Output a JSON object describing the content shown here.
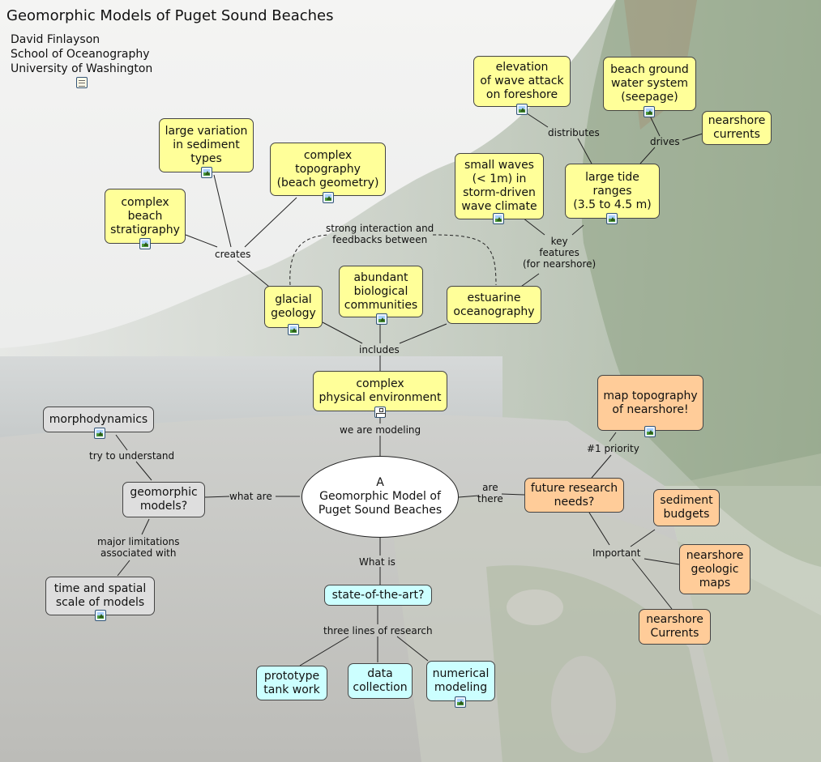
{
  "title": "Geomorphic Models of Puget Sound Beaches",
  "author": [
    "David Finlayson",
    "School of Oceanography",
    "University of Washington"
  ],
  "colors": {
    "yellow": "#ffff99",
    "orange": "#ffcc99",
    "gray": "#dedede",
    "cyan": "#ccffff"
  },
  "icons": {
    "image": "image-resource-icon",
    "document": "document-resource-icon",
    "map": "concept-map-resource-icon"
  },
  "nodes": {
    "central": [
      "A",
      "Geomorphic Model of",
      "Puget Sound Beaches"
    ],
    "complex_physical_environment": [
      "complex",
      "physical environment"
    ],
    "glacial_geology": [
      "glacial",
      "geology"
    ],
    "abundant_biological_communities": [
      "abundant",
      "biological",
      "communities"
    ],
    "estuarine_oceanography": [
      "estuarine",
      "oceanography"
    ],
    "complex_beach_stratigraphy": [
      "complex",
      "beach",
      "stratigraphy"
    ],
    "large_variation_sediment": [
      "large variation",
      "in sediment",
      "types"
    ],
    "complex_topography": [
      "complex",
      "topography",
      "(beach geometry)"
    ],
    "small_waves": [
      "small waves",
      "(< 1m) in",
      "storm-driven",
      "wave climate"
    ],
    "large_tide_ranges": [
      "large tide",
      "ranges",
      "(3.5 to 4.5 m)"
    ],
    "elevation_wave_attack": [
      "elevation",
      "of wave attack",
      "on foreshore"
    ],
    "beach_ground_water": [
      "beach ground",
      "water system",
      "(seepage)"
    ],
    "nearshore_currents_upper": [
      "nearshore",
      "currents"
    ],
    "morphodynamics": [
      "morphodynamics"
    ],
    "geomorphic_models": [
      "geomorphic",
      "models?"
    ],
    "time_spatial_scale": [
      "time and spatial",
      "scale of models"
    ],
    "state_of_the_art": [
      "state-of-the-art?"
    ],
    "prototype_tank_work": [
      "prototype",
      "tank work"
    ],
    "data_collection": [
      "data",
      "collection"
    ],
    "numerical_modeling": [
      "numerical",
      "modeling"
    ],
    "future_research_needs": [
      "future research",
      "needs?"
    ],
    "map_topography": [
      "map topography",
      "of nearshore!"
    ],
    "sediment_budgets": [
      "sediment",
      "budgets"
    ],
    "nearshore_geologic_maps": [
      "nearshore",
      "geologic",
      "maps"
    ],
    "nearshore_currents_lower": [
      "nearshore",
      "Currents"
    ]
  },
  "links": {
    "creates": [
      "creates"
    ],
    "strong_interaction": [
      "strong interaction and",
      "feedbacks between"
    ],
    "includes": [
      "includes"
    ],
    "key_features": [
      "key",
      "features",
      "(for nearshore)"
    ],
    "distributes": [
      "distributes"
    ],
    "drives": [
      "drives"
    ],
    "we_are_modeling": [
      "we are modeling"
    ],
    "what_are": [
      "what are"
    ],
    "try_to_understand": [
      "try to understand"
    ],
    "major_limitations": [
      "major limitations",
      "associated with"
    ],
    "what_is": [
      "What is"
    ],
    "three_lines": [
      "three lines of research"
    ],
    "are_there": [
      "are",
      "there"
    ],
    "priority": [
      "#1 priority"
    ],
    "important": [
      "Important"
    ]
  }
}
